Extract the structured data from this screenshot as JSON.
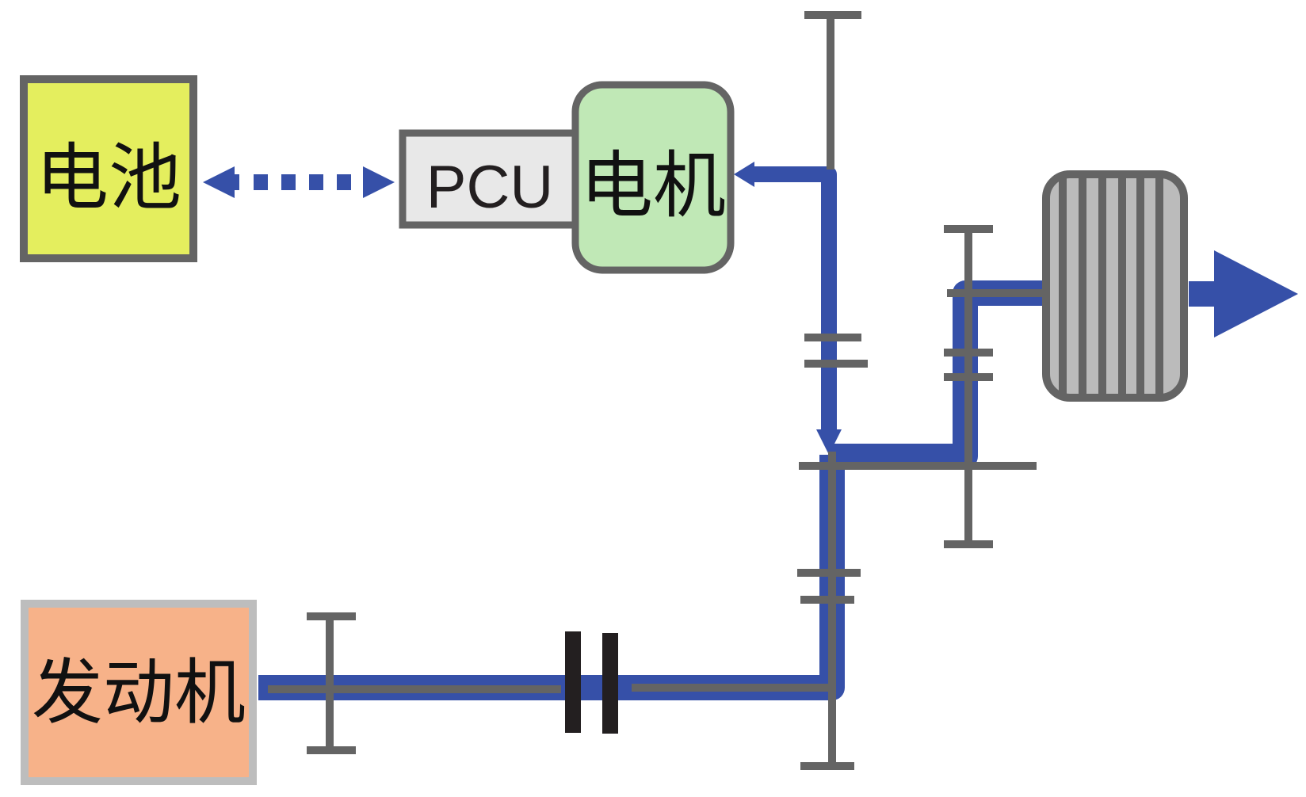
{
  "diagram": {
    "type": "hybrid-powertrain-schematic",
    "colors": {
      "power_flow": "#3650a8",
      "shaft_gear": "#646464",
      "clutch": "#231f20",
      "battery_fill": "#e4ee5e",
      "battery_border": "#646464",
      "pcu_fill": "#e8e8e8",
      "motor_fill": "#c0e8b6",
      "engine_fill": "#f7b289",
      "engine_border": "#bdbdbd",
      "wheel_fill": "#bbbbbb"
    },
    "components": {
      "battery": {
        "label": "电池"
      },
      "pcu": {
        "label": "PCU"
      },
      "motor": {
        "label": "电机"
      },
      "engine": {
        "label": "发动机"
      },
      "wheel": {
        "label": ""
      }
    },
    "connections": [
      {
        "from": "battery",
        "to": "pcu",
        "style": "dotted",
        "direction": "bidirectional"
      },
      {
        "from": "gear-train",
        "to": "motor",
        "style": "solid",
        "direction": "to-motor"
      },
      {
        "from": "engine",
        "to": "gear-train",
        "style": "solid",
        "via": "clutch"
      },
      {
        "from": "gear-train",
        "to": "wheel",
        "style": "solid",
        "direction": "output"
      }
    ]
  }
}
